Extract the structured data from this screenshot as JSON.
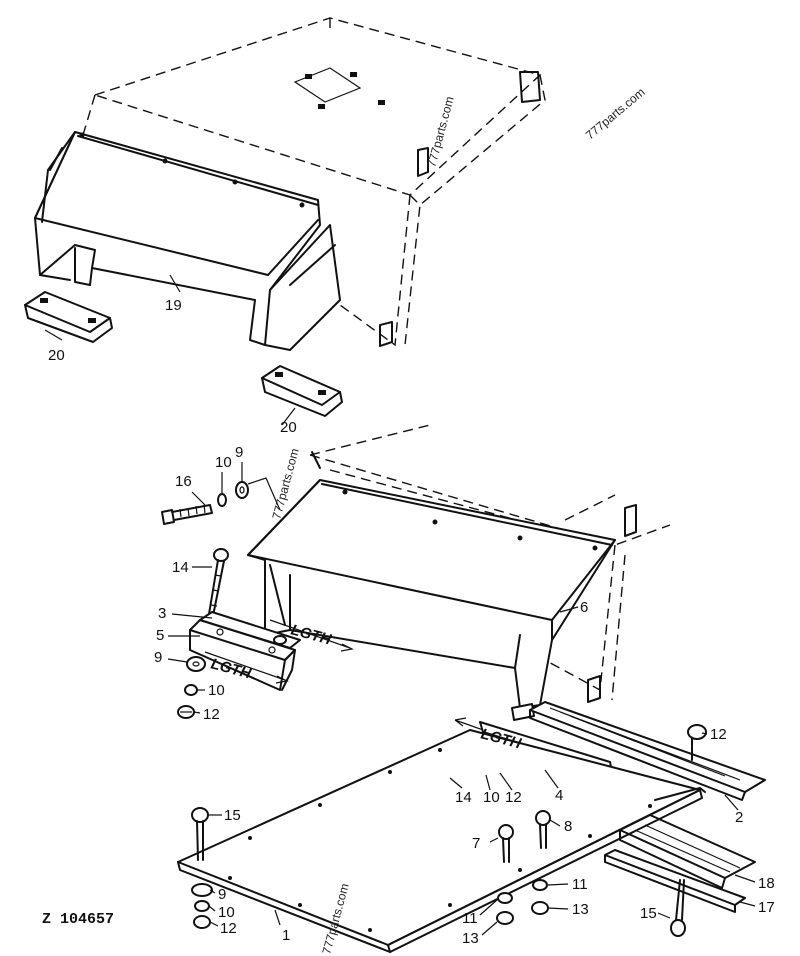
{
  "drawing_code": "Z 104657",
  "watermarks": [
    "777parts.com",
    "777parts.com",
    "777parts.com",
    "777parts.com"
  ],
  "lgth_label": "LGTH",
  "callouts": [
    "1",
    "2",
    "3",
    "4",
    "5",
    "6",
    "7",
    "8",
    "9",
    "9",
    "9",
    "10",
    "10",
    "10",
    "10",
    "11",
    "11",
    "12",
    "12",
    "12",
    "12",
    "13",
    "13",
    "14",
    "14",
    "15",
    "15",
    "16",
    "17",
    "18",
    "19",
    "20",
    "20"
  ]
}
